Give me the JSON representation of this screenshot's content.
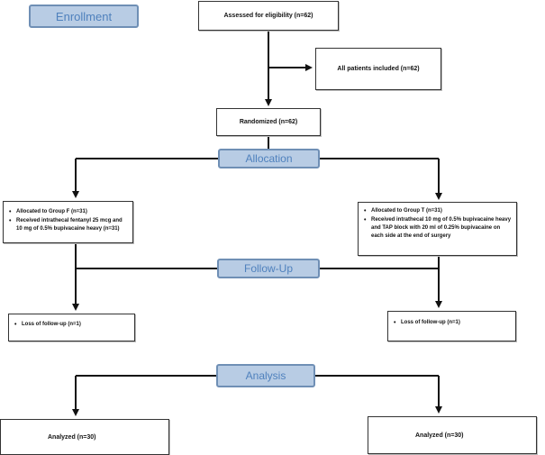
{
  "enrollment": {
    "stage_label": "Enrollment",
    "assessed": "Assessed for eligibility (n=62)",
    "included": "All patients included (n=62)",
    "randomized": "Randomized (n=62)"
  },
  "allocation": {
    "stage_label": "Allocation",
    "group_f": [
      "Allocated to Group F (n=31)",
      "Received intrathecal fentanyl 25 mcg and 10 mg of 0.5% bupivacaine heavy (n=31)"
    ],
    "group_t": [
      "Allocated to Group T (n=31)",
      "Received intrathecal 10 mg of 0.5% bupivacaine heavy and TAP block with 20 ml of 0.25% bupivacaine on each side at the end of surgery"
    ]
  },
  "follow_up": {
    "stage_label": "Follow-Up",
    "left": "Loss of follow-up (n=1)",
    "right": "Loss of follow-up (n=1)"
  },
  "analysis": {
    "stage_label": "Analysis",
    "left": "Analyzed (n=30)",
    "right": "Analyzed (n=30)"
  }
}
